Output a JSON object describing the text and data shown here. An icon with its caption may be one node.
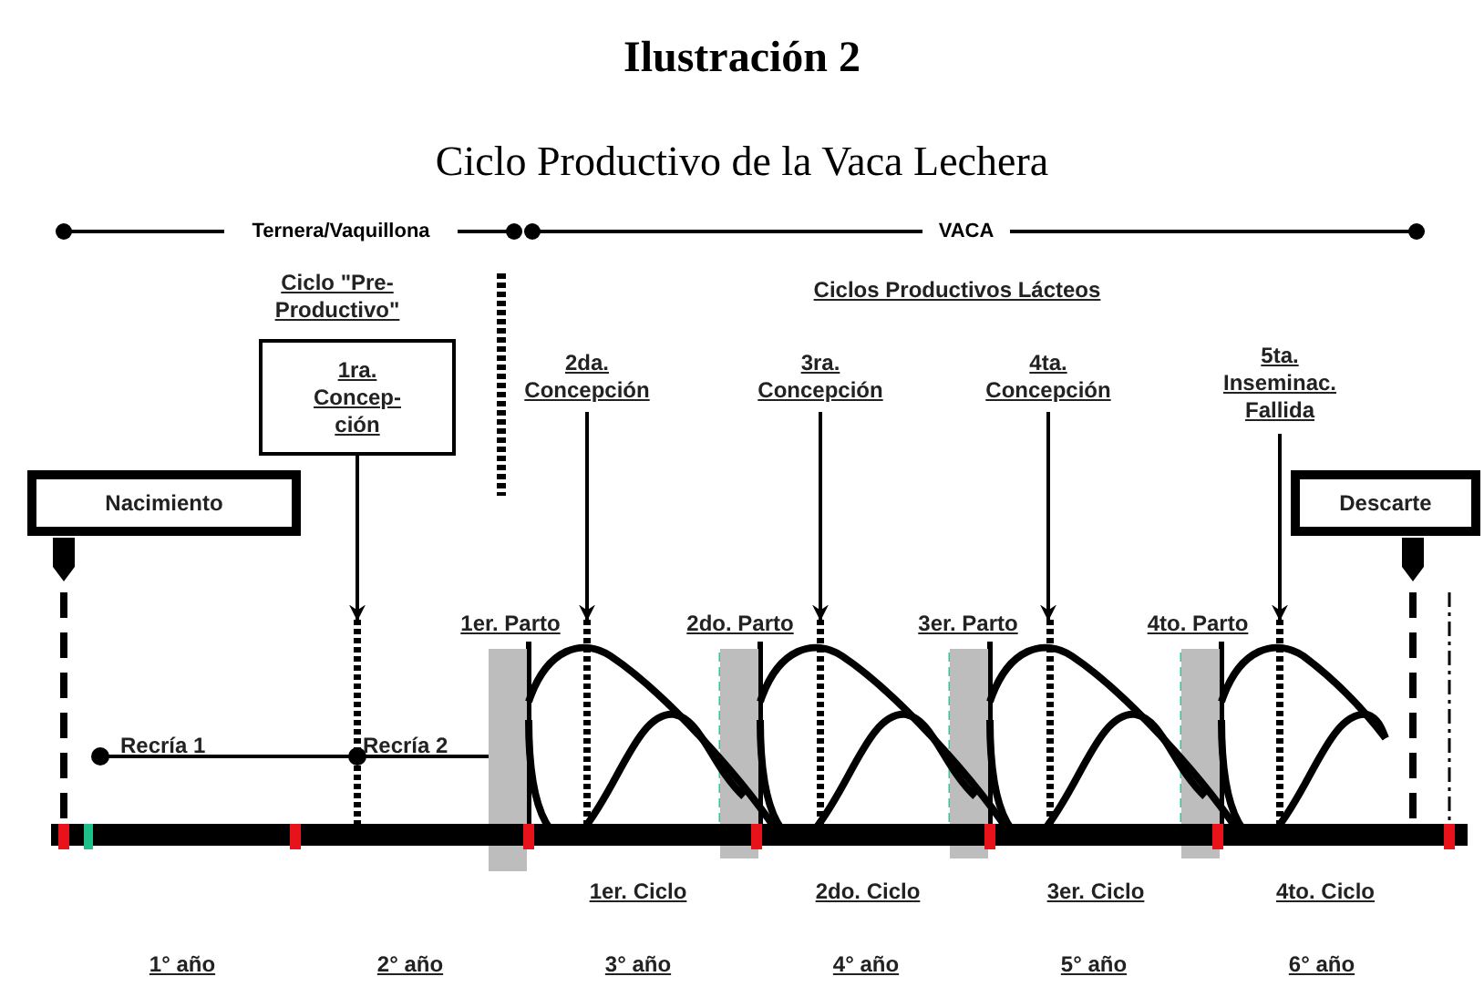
{
  "diagram": {
    "title": "Ilustración 2",
    "nodes": [
      {
        "text": [
          "Nacimiento"
        ]
      },
      {
        "text": [
          "1ra. Concep- ción"
        ]
      },
      {
        "text": [
          "2da. Concepción"
        ]
      },
      {
        "text": [
          "3ra. Concepción"
        ]
      },
      {
        "text": [
          "4ta. Concepción"
        ]
      },
      {
        "text": [
          "5ta. Inseminac. Fallida"
        ]
      },
      {
        "text": [
          "Descarte"
        ]
      },
      {
        "text": [],
        "shape": "bar"
      },
      {
        "text": [],
        "shape": "bar"
      },
      {
        "text": [],
        "shape": "bar"
      },
      {
        "text": [],
        "shape": "bar"
      },
      {
        "text": [],
        "shape": "bar"
      }
    ],
    "edges": [
      {
        "from": 1,
        "to": 7,
        "arrow": "to"
      },
      {
        "from": 2,
        "to": 8,
        "arrow": "to"
      },
      {
        "from": 3,
        "to": 9,
        "arrow": "to"
      },
      {
        "from": 4,
        "to": 10,
        "arrow": "to"
      },
      {
        "from": 5,
        "to": 11,
        "arrow": "to"
      }
    ],
    "labels": [
      "Ciclo Productivo de la Vaca Lechera",
      "Ternera/Vaquillona",
      "VACA",
      "Ciclo \"Pre- Productivo\"",
      "Ciclos Productivos Lácteos",
      "1er. Parto",
      "2do. Parto",
      "3er. Parto",
      "4to. Parto",
      "Recría 1",
      "Recría 2",
      "1er. Ciclo",
      "2do. Ciclo",
      "3er. Ciclo",
      "4to. Ciclo",
      "1° año",
      "2° año",
      "3° año",
      "4° año",
      "5° año",
      "6° año"
    ]
  }
}
